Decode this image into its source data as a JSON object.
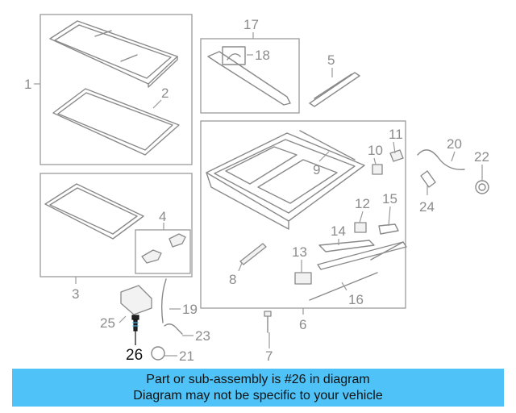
{
  "callouts": {
    "c1": "1",
    "c2": "2",
    "c3": "3",
    "c4": "4",
    "c5": "5",
    "c6": "6",
    "c7": "7",
    "c8": "8",
    "c9": "9",
    "c10": "10",
    "c11": "11",
    "c12": "12",
    "c13": "13",
    "c14": "14",
    "c15": "15",
    "c16": "16",
    "c17": "17",
    "c18": "18",
    "c19": "19",
    "c20": "20",
    "c21": "21",
    "c22": "22",
    "c23": "23",
    "c24": "24",
    "c25": "25",
    "c26": "26"
  },
  "highlighted_part": "26",
  "banner": {
    "line1": "Part or sub-assembly is #26 in diagram",
    "line2": "Diagram may not be specific to your vehicle",
    "color": "#4fc3f7"
  }
}
